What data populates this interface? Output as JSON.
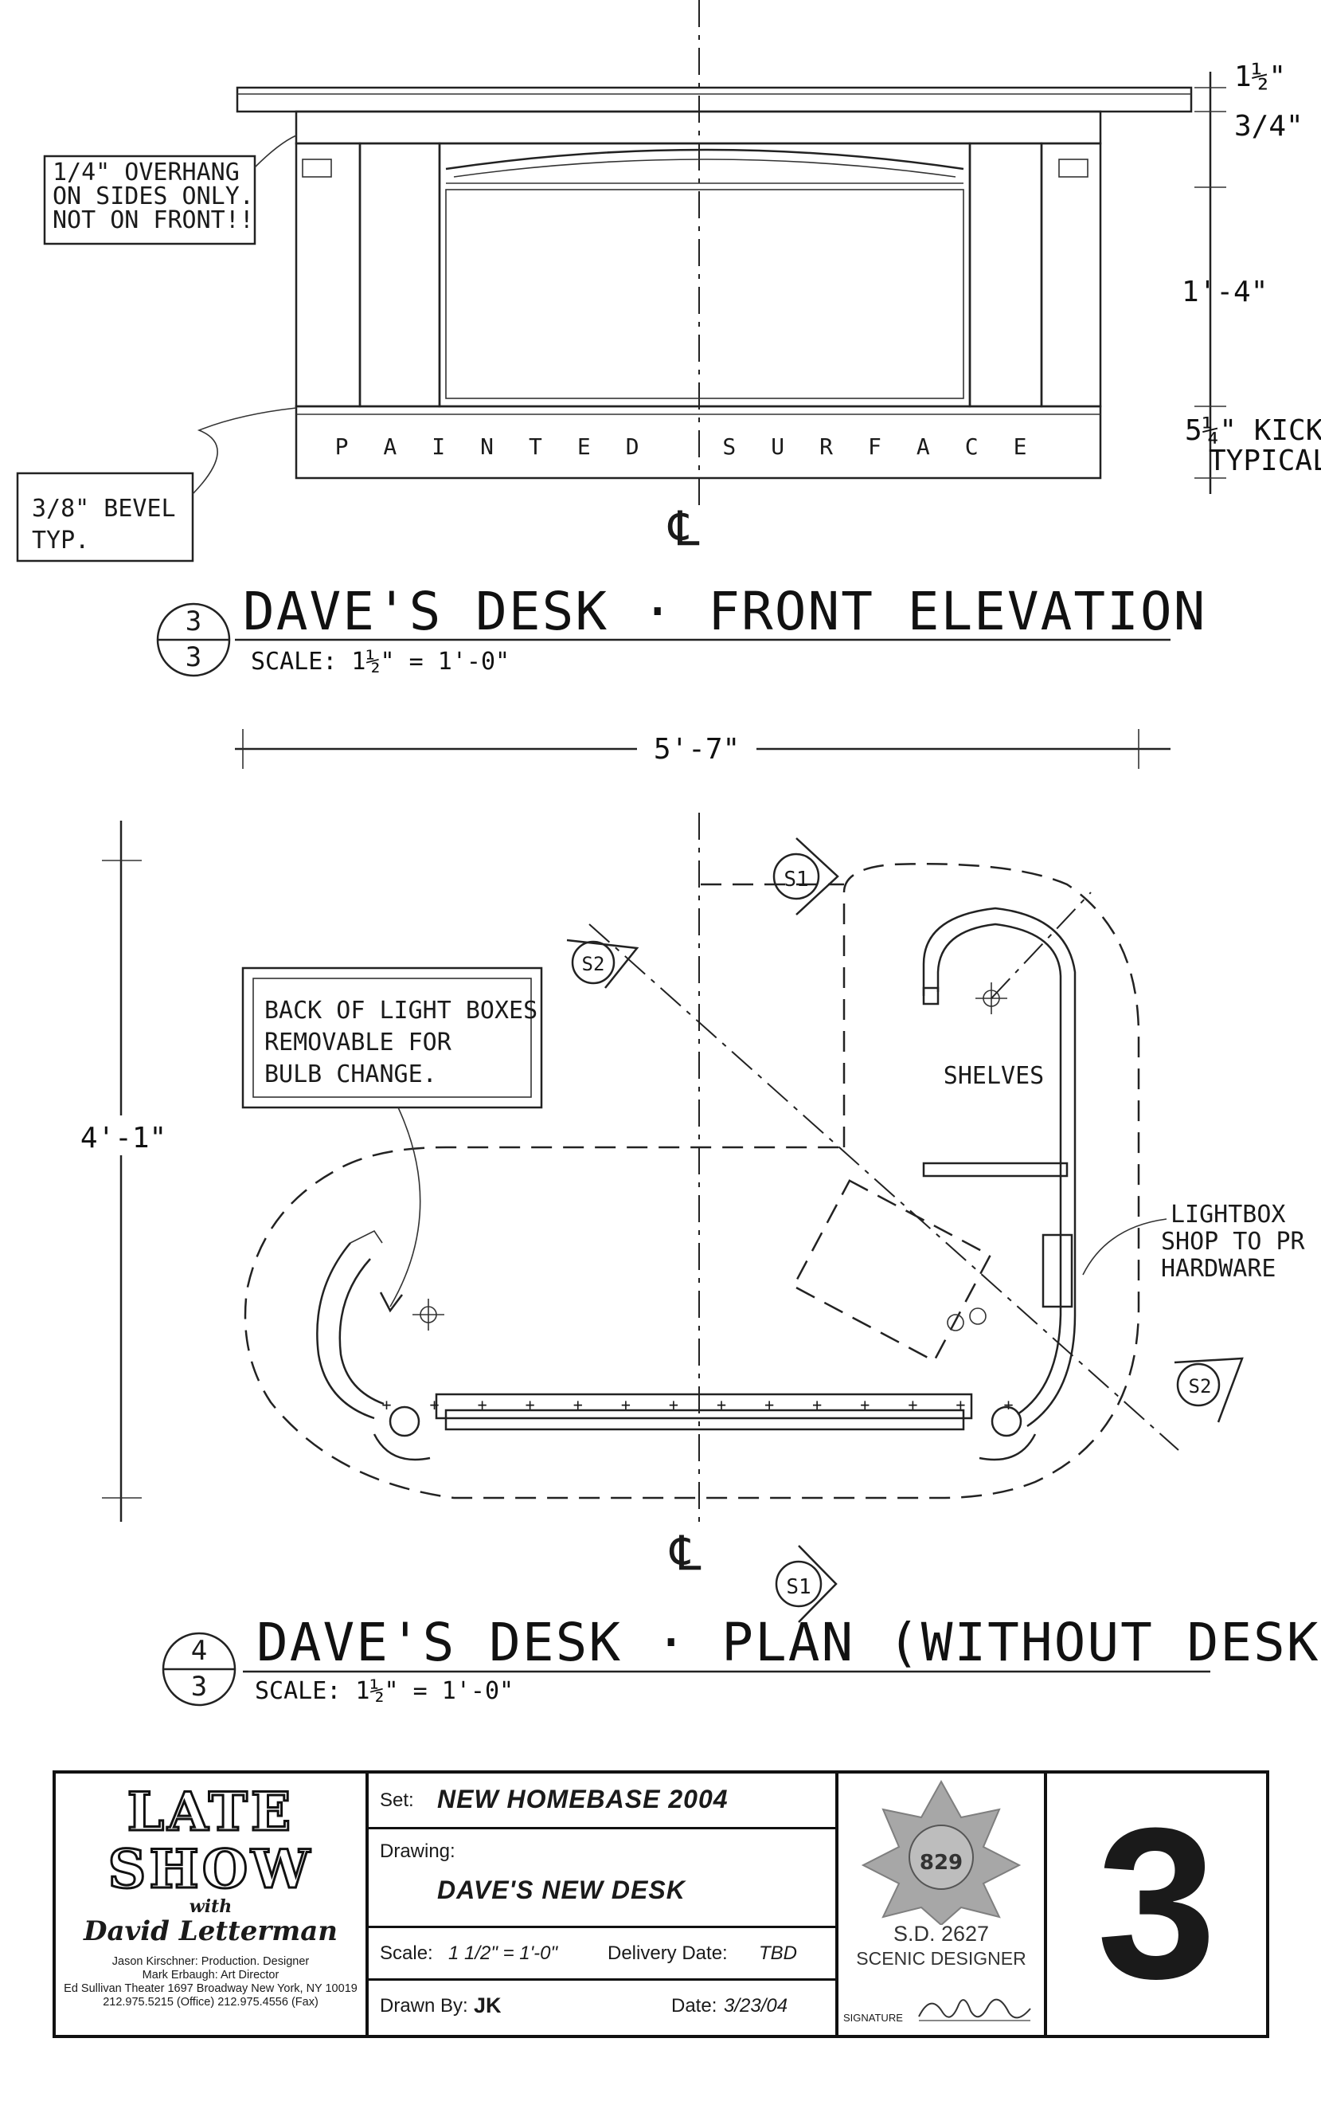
{
  "elevation": {
    "title": "DAVE'S DESK · FRONT ELEVATION",
    "scale": "SCALE: 1½\" = 1'-0\"",
    "detail_number": "3",
    "sheet_ref": "3",
    "painted_surface": "PAINTED SURFACE",
    "notes": {
      "overhang_1": "1/4\" OVERHANG",
      "overhang_2": "ON SIDES ONLY.",
      "overhang_3": "NOT ON FRONT!!",
      "bevel_1": "3/8\" BEVEL",
      "bevel_2": "TYP."
    },
    "dims": {
      "top": "1½\"",
      "edge": "3/4\"",
      "height": "1'-4\"",
      "kick_1": "5¼\" KICK.",
      "kick_2": "TYPICAL",
      "width": "5'-7\""
    }
  },
  "plan": {
    "title": "DAVE'S DESK · PLAN (WITHOUT DESKTOP)",
    "scale": "SCALE: 1½\" = 1'-0\"",
    "detail_number": "4",
    "sheet_ref": "3",
    "depth": "4'-1\"",
    "shelves": "SHELVES",
    "section_s1": "S1",
    "section_s2": "S2",
    "notes": {
      "lightbox_1": "BACK OF LIGHT BOXES",
      "lightbox_2": "REMOVABLE FOR",
      "lightbox_3": "BULB CHANGE.",
      "shop_1": "LIGHTBOX",
      "shop_2": "SHOP TO PR",
      "shop_3": "HARDWARE"
    }
  },
  "title_block": {
    "logo_line1": "LATE",
    "logo_line2": "SHOW",
    "logo_with": "with",
    "logo_host": "David Letterman",
    "credit_1": "Jason Kirschner: Production. Designer",
    "credit_2": "Mark Erbaugh: Art Director",
    "credit_3": "Ed Sullivan Theater  1697 Broadway  New York, NY 10019",
    "credit_4": "212.975.5215 (Office)   212.975.4556 (Fax)",
    "set_label": "Set:",
    "set_value": "NEW HOMEBASE 2004",
    "drawing_label": "Drawing:",
    "drawing_value": "DAVE'S NEW DESK",
    "scale_label": "Scale:",
    "scale_value": "1 1/2\" = 1'-0\"",
    "delivery_label": "Delivery Date:",
    "delivery_value": "TBD",
    "drawn_label": "Drawn By:",
    "drawn_value": "JK",
    "date_label": "Date:",
    "date_value": "3/23/04",
    "seal_number": "S.D. 2627",
    "seal_role": "SCENIC DESIGNER",
    "seal_union": "829",
    "signature_label": "SIGNATURE",
    "sheet_number": "3"
  }
}
